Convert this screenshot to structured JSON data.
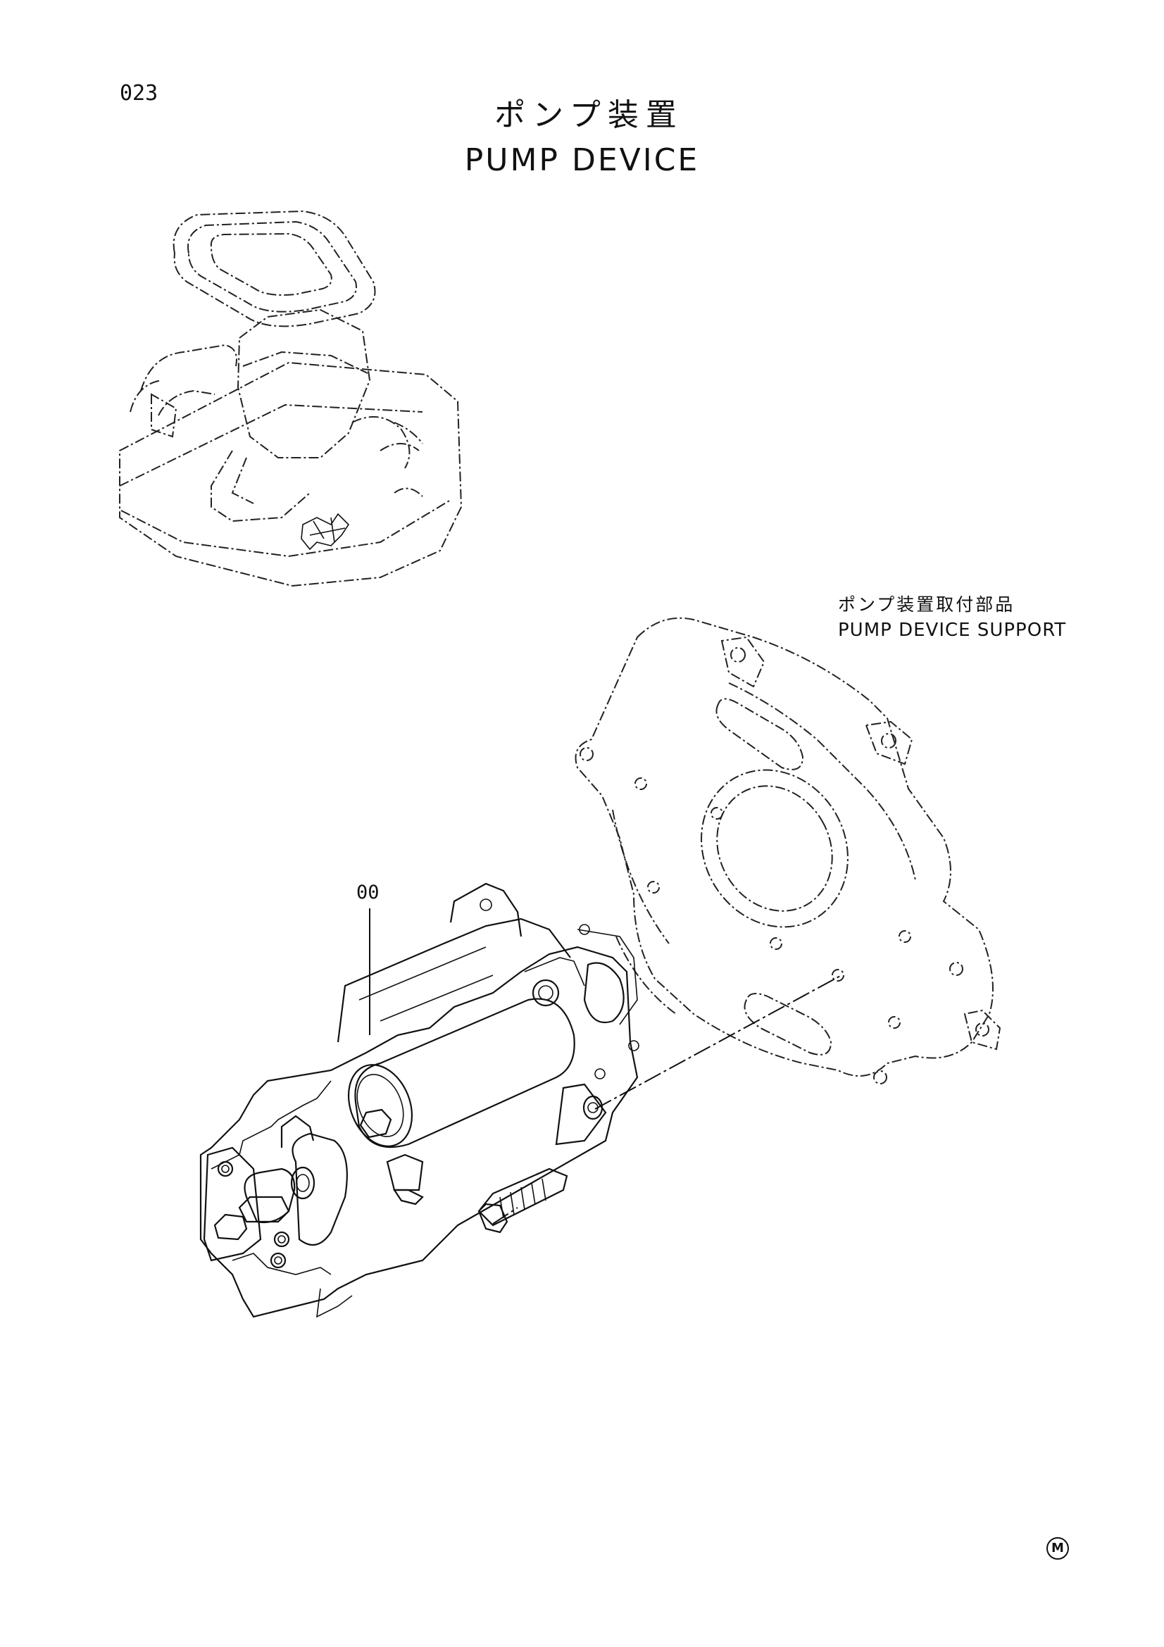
{
  "page": {
    "number": "023",
    "title_jp": "ポンプ装置",
    "title_en": "PUMP DEVICE"
  },
  "labels": {
    "support_jp": "ポンプ装置取付部品",
    "support_en": "PUMP DEVICE SUPPORT",
    "callout": "00",
    "mark": "M"
  }
}
